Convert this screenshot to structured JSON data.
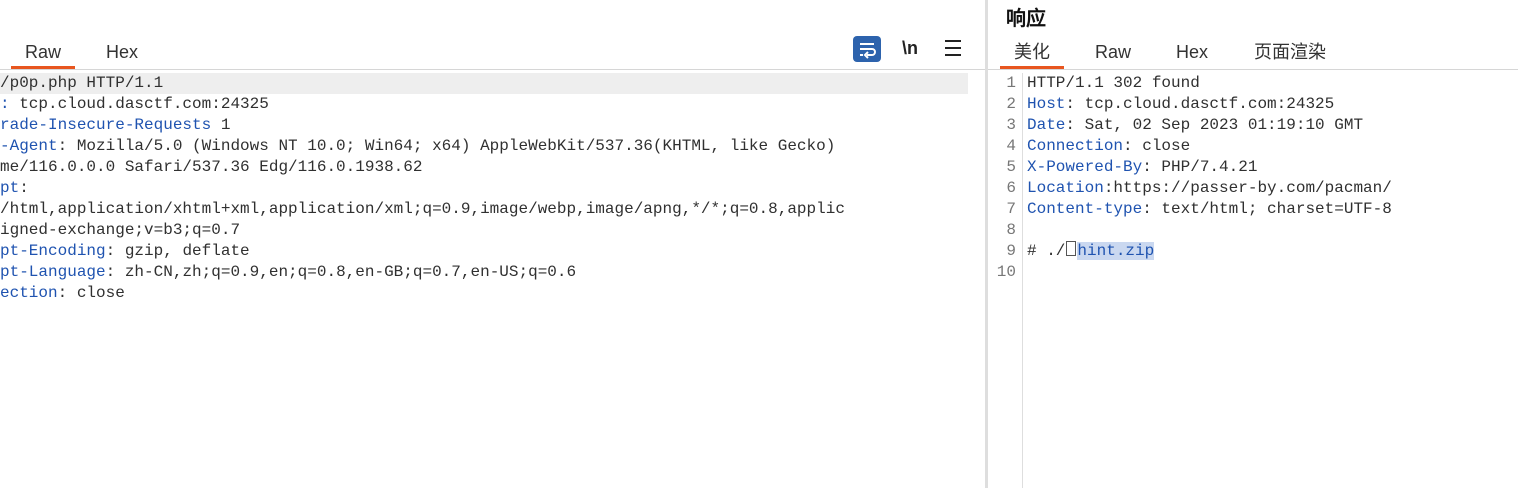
{
  "request": {
    "tabs": [
      "Raw",
      "Hex"
    ],
    "active_tab": "Raw",
    "toolbar": {
      "newline_label": "\\n"
    },
    "lines": [
      {
        "key": "",
        "val": "/p0p.php HTTP/1.1"
      },
      {
        "key": ": ",
        "val": "tcp.cloud.dasctf.com:24325"
      },
      {
        "key": "rade-Insecure-Requests",
        "val": " 1"
      },
      {
        "key": "-Agent",
        "val": ": Mozilla/5.0 (Windows NT 10.0; Win64; x64) AppleWebKit/537.36(KHTML, like Gecko)"
      },
      {
        "key": "",
        "val": "me/116.0.0.0 Safari/537.36 Edg/116.0.1938.62"
      },
      {
        "key": "pt",
        "val": ":"
      },
      {
        "key": "",
        "val": "/html,application/xhtml+xml,application/xml;q=0.9,image/webp,image/apng,*/*;q=0.8,applic"
      },
      {
        "key": "",
        "val": "igned-exchange;v=b3;q=0.7"
      },
      {
        "key": "pt-Encoding",
        "val": ": gzip, deflate"
      },
      {
        "key": "pt-Language",
        "val": ": zh-CN,zh;q=0.9,en;q=0.8,en-GB;q=0.7,en-US;q=0.6"
      },
      {
        "key": "ection",
        "val": ": close"
      }
    ]
  },
  "response": {
    "title": "响应",
    "tabs": [
      "美化",
      "Raw",
      "Hex",
      "页面渲染"
    ],
    "active_tab": "美化",
    "line_numbers": [
      "1",
      "2",
      "3",
      "4",
      "5",
      "6",
      "7",
      "8",
      "9",
      "10"
    ],
    "lines": [
      {
        "key": "",
        "val": "HTTP/1.1 302 found"
      },
      {
        "key": "Host",
        "val": ": tcp.cloud.dasctf.com:24325"
      },
      {
        "key": "Date",
        "val": ": Sat, 02 Sep 2023 01:19:10 GMT"
      },
      {
        "key": "Connection",
        "val": ": close"
      },
      {
        "key": "X-Powered-By",
        "val": ": PHP/7.4.21"
      },
      {
        "key": "Location",
        "val": ":https://passer-by.com/pacman/"
      },
      {
        "key": "Content-type",
        "val": ": text/html; charset=UTF-8"
      },
      {
        "key": "",
        "val": ""
      }
    ],
    "body_prefix": "# ./",
    "body_selected": "hint.zip",
    "body_selected_tail": "p"
  },
  "colors": {
    "accent": "#e8561f",
    "header_key": "#1f53b0",
    "wrap_button": "#2d63ad"
  }
}
